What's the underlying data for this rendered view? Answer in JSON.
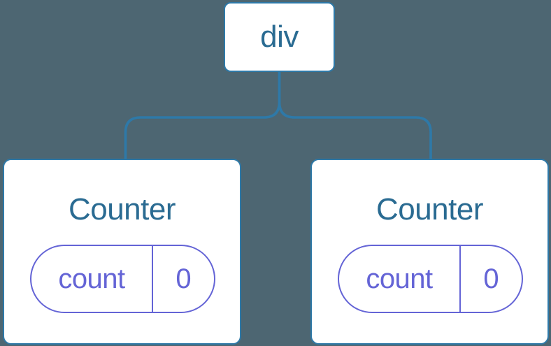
{
  "diagram": {
    "description": "React component tree diagram",
    "root": {
      "label": "div"
    },
    "children": [
      {
        "label": "Counter",
        "state": {
          "key": "count",
          "value": "0"
        }
      },
      {
        "label": "Counter",
        "state": {
          "key": "count",
          "value": "0"
        }
      }
    ],
    "colors": {
      "background": "#4d6672",
      "card_fill": "#ffffff",
      "edge_blue": "#2e79a8",
      "label_text": "#2a6b92",
      "state_purple": "#6464d6"
    }
  }
}
